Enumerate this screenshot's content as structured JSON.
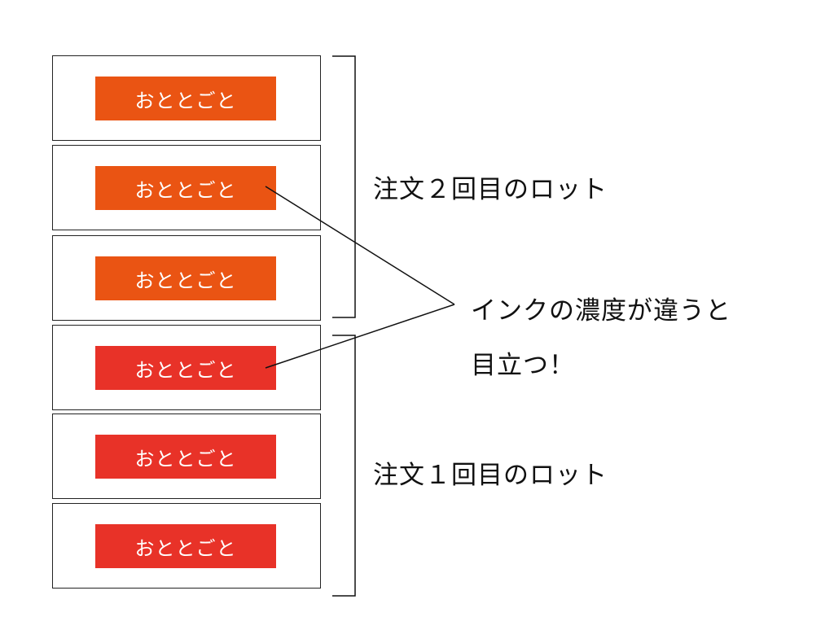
{
  "cards": [
    {
      "label": "おととごと",
      "lot": 2,
      "color": "#ea5413"
    },
    {
      "label": "おととごと",
      "lot": 2,
      "color": "#ea5413"
    },
    {
      "label": "おととごと",
      "lot": 2,
      "color": "#ea5413"
    },
    {
      "label": "おととごと",
      "lot": 1,
      "color": "#e83228"
    },
    {
      "label": "おととごと",
      "lot": 1,
      "color": "#e83228"
    },
    {
      "label": "おととごと",
      "lot": 1,
      "color": "#e83228"
    }
  ],
  "annotations": {
    "lot2": "注文２回目のロット",
    "lot1": "注文１回目のロット",
    "callout_line1": "インクの濃度が違うと",
    "callout_line2": "目立つ！"
  }
}
